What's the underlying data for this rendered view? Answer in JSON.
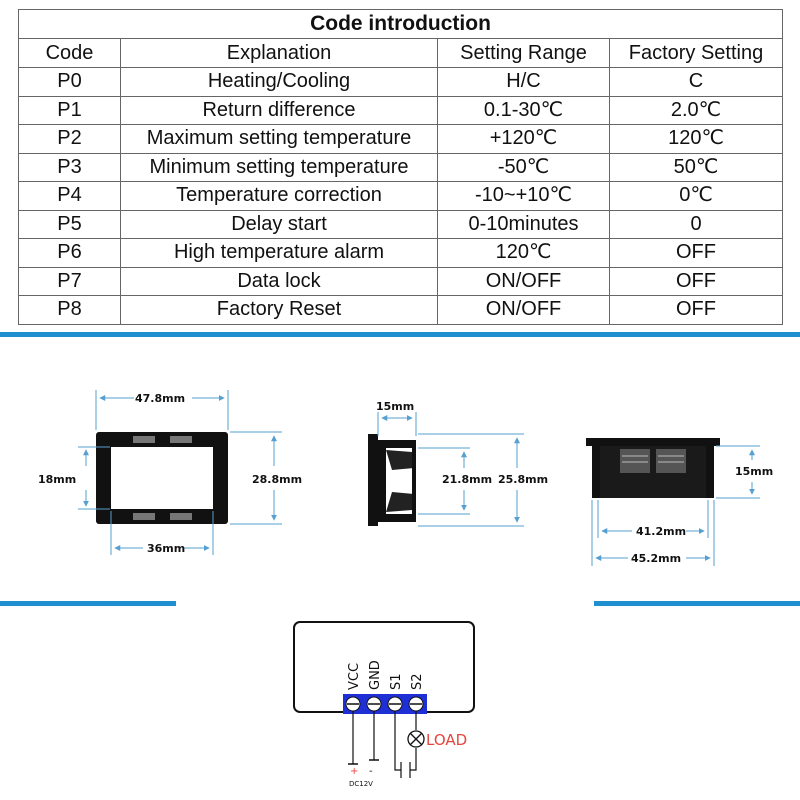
{
  "table": {
    "title": "Code introduction",
    "headers": [
      "Code",
      "Explanation",
      "Setting Range",
      "Factory Setting"
    ],
    "rows": [
      [
        "P0",
        "Heating/Cooling",
        "H/C",
        "C"
      ],
      [
        "P1",
        "Return difference",
        "0.1-30℃",
        "2.0℃"
      ],
      [
        "P2",
        "Maximum setting temperature",
        "+120℃",
        "120℃"
      ],
      [
        "P3",
        "Minimum setting temperature",
        "-50℃",
        "50℃"
      ],
      [
        "P4",
        "Temperature correction",
        "-10~+10℃",
        "0℃"
      ],
      [
        "P5",
        "Delay start",
        "0-10minutes",
        "0"
      ],
      [
        "P6",
        "High temperature alarm",
        "120℃",
        "OFF"
      ],
      [
        "P7",
        "Data lock",
        "ON/OFF",
        "OFF"
      ],
      [
        "P8",
        "Factory Reset",
        "ON/OFF",
        "OFF"
      ]
    ]
  },
  "dimensions": {
    "front_width": "47.8mm",
    "front_inner_height": "18mm",
    "front_height": "28.8mm",
    "front_inner_width": "36mm",
    "side_top": "15mm",
    "side_inner": "21.8mm",
    "side_total": "25.8mm",
    "back_depth": "15mm",
    "back_inner": "41.2mm",
    "back_total": "45.2mm"
  },
  "wiring": {
    "terminals": [
      "VCC",
      "GND",
      "S1",
      "S2"
    ],
    "load_label": "LOAD",
    "supply_label": "DC12V",
    "plus": "+",
    "minus": "-"
  },
  "colors": {
    "accent_bar": "#1f8fd0",
    "terminal_blue": "#1f2fd6",
    "load_red": "#e6453f"
  }
}
